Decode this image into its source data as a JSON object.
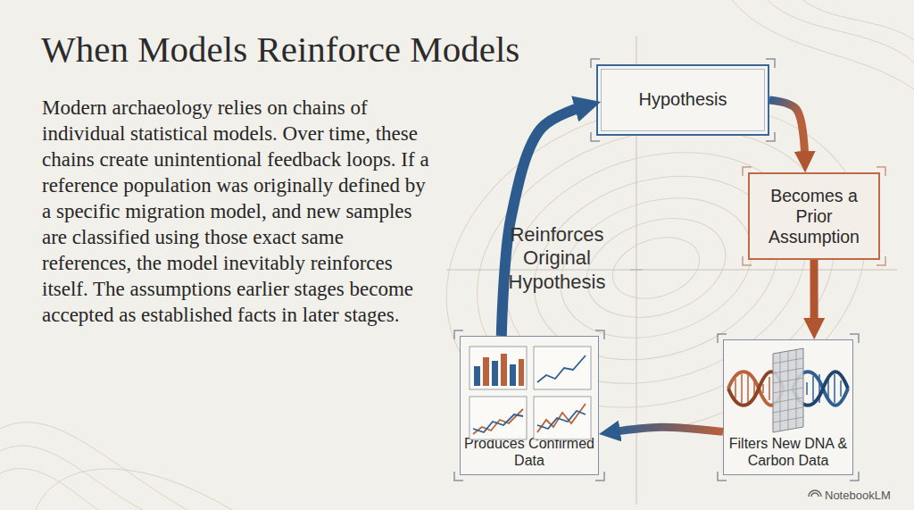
{
  "diagram": {
    "title": "When Models Reinforce Models",
    "nodes": [
      {
        "text": [
          "Hypothesis"
        ]
      },
      {
        "text": [
          "Becomes a Prior Assumption"
        ]
      },
      {
        "text": [
          "Produces Confirmed Data"
        ]
      },
      {
        "text": [
          "Filters New DNA & Carbon Data"
        ]
      }
    ],
    "edges": [
      {
        "from": 0,
        "to": 1,
        "arrow": "to"
      },
      {
        "from": 1,
        "to": 3,
        "arrow": "to"
      },
      {
        "from": 3,
        "to": 2,
        "arrow": "to"
      },
      {
        "from": 2,
        "to": 0,
        "label": "Reinforces Original Hypothesis",
        "arrow": "to"
      }
    ],
    "labels": [
      "Modern archaeology relies on chains of individual statistical models. Over time, these chains create unintentional feedback loops. If a reference population was originally defined by a specific migration model, and new samples are classified using those exact same references, the model inevitably reinforces itself. The assumptions earlier stages become accepted as established facts in later stages.",
      "NotebookLM"
    ]
  }
}
